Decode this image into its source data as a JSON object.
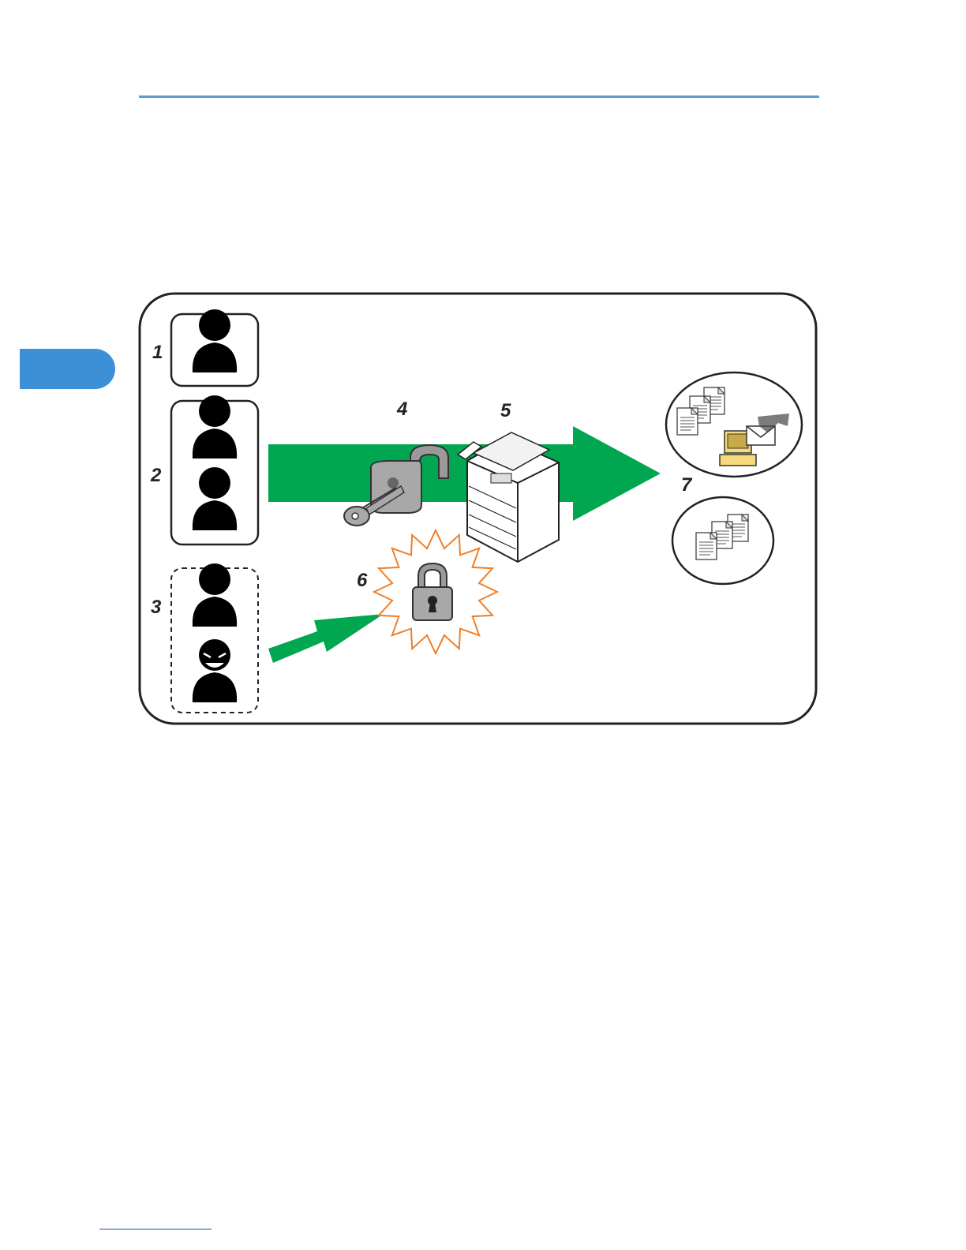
{
  "diagram": {
    "labels": {
      "n1": "1",
      "n2": "2",
      "n3": "3",
      "n4": "4",
      "n5": "5",
      "n6": "6",
      "n7": "7"
    },
    "icons": {
      "user": "person-silhouette-icon",
      "attacker": "malicious-person-icon",
      "unlock": "padlock-open-with-key-icon",
      "device": "multifunction-printer-icon",
      "locked": "padlock-closed-icon",
      "data": "documents-icon",
      "computer": "computer-mail-icon"
    },
    "colors": {
      "accent_rule": "#5b9bd5",
      "chapter_tab": "#3d8fd6",
      "arrow": "#00a650",
      "burst": "#f07f28"
    }
  }
}
